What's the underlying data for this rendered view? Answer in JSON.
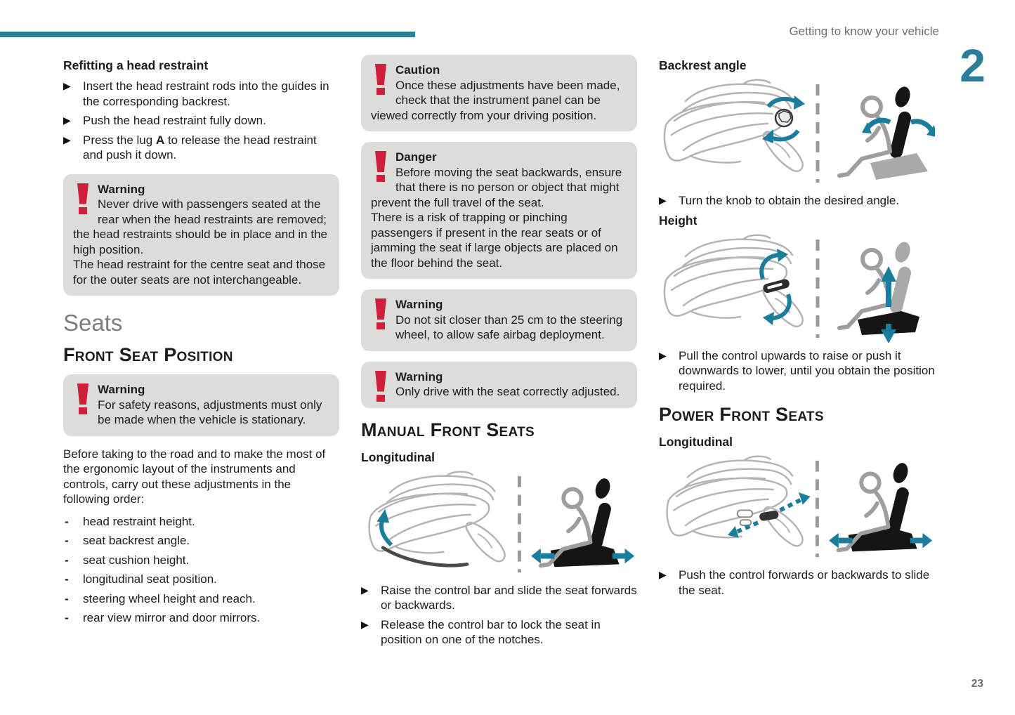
{
  "glyphs": {
    "arrow": "▶",
    "dash": "-",
    "alert_icon": "exclamation-mark"
  },
  "colors": {
    "accent_teal": "#2a7e9c",
    "alert_red": "#d01f3b",
    "box_bg": "#dcdddb",
    "heading_gray": "#7d7d7d"
  },
  "header": {
    "title": "Getting to know your vehicle",
    "chapter": "2",
    "page_number": "23"
  },
  "col1": {
    "refitting_title": "Refitting a head restraint",
    "steps": [
      {
        "pre": "Insert the head restraint rods into the guides in the corresponding backrest.",
        "bold": "",
        "post": ""
      },
      {
        "pre": "Push the head restraint fully down.",
        "bold": "",
        "post": ""
      },
      {
        "pre": "Press the lug ",
        "bold": "A",
        "post": " to release the head restraint and push it down."
      }
    ],
    "warning_head_restraints": {
      "title": "Warning",
      "p1": "Never drive with passengers seated at the rear when the head restraints are removed; the head restraints should be in place and in the high position.",
      "p2": "The head restraint for the centre seat and those for the outer seats are not interchangeable."
    },
    "seats_title": "Seats",
    "front_seat_position_title": "Front Seat Position",
    "warning_stationary": {
      "title": "Warning",
      "p1": "For safety reasons, adjustments must only be made when the vehicle is stationary."
    },
    "intro": "Before taking to the road and to make the most of the ergonomic layout of the instruments and controls, carry out these adjustments in the following order:",
    "adjustment_order": [
      "head restraint height.",
      "seat backrest angle.",
      "seat cushion height.",
      "longitudinal seat position.",
      "steering wheel height and reach.",
      "rear view mirror and door mirrors."
    ]
  },
  "col2": {
    "caution": {
      "title": "Caution",
      "p1": "Once these adjustments have been made, check that the instrument panel can be viewed correctly from your driving position."
    },
    "danger": {
      "title": "Danger",
      "p1": "Before moving the seat backwards, ensure that there is no person or object that might prevent the full travel of the seat.",
      "p2": "There is a risk of trapping or pinching passengers if present in the rear seats or of jamming the seat if large objects are placed on the floor behind the seat."
    },
    "warning_25cm": {
      "title": "Warning",
      "p1": "Do not sit closer than 25 cm to the steering wheel, to allow safe airbag deployment."
    },
    "warning_adjusted": {
      "title": "Warning",
      "p1": "Only drive with the seat correctly adjusted."
    },
    "manual_front_seats_title": "Manual Front Seats",
    "longitudinal_title": "Longitudinal",
    "steps": [
      "Raise the control bar and slide the seat forwards or backwards.",
      "Release the control bar to lock the seat in position on one of the notches."
    ]
  },
  "col3": {
    "backrest_angle_title": "Backrest angle",
    "backrest_angle_step": "Turn the knob to obtain the desired angle.",
    "height_title": "Height",
    "height_step": "Pull the control upwards to raise or push it downwards to lower, until you obtain the position required.",
    "power_front_seats_title": "Power Front Seats",
    "power_longitudinal_title": "Longitudinal",
    "power_longitudinal_step": "Push the control forwards or backwards to slide the seat."
  }
}
